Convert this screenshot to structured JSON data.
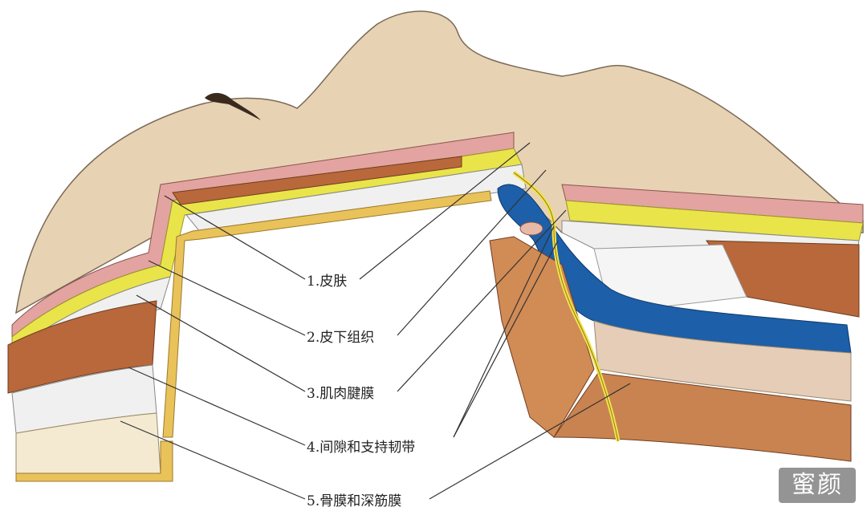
{
  "labels": [
    {
      "id": "skin",
      "text": "1.皮肤"
    },
    {
      "id": "subcutaneous",
      "text": "2.皮下组织"
    },
    {
      "id": "muscle-aponeurosis",
      "text": "3.肌肉腱膜"
    },
    {
      "id": "space-ligament",
      "text": "4.间隙和支持韧带"
    },
    {
      "id": "periosteum-fascia",
      "text": "5.骨膜和深筋膜"
    }
  ],
  "watermark": {
    "text": "蜜颜"
  },
  "colors": {
    "skin_surface": "#E8D2B4",
    "dermis": "#E3A3A0",
    "fat": "#E9E44A",
    "muscle": "#B8683A",
    "fascia": "#F0F0F0",
    "periosteum": "#E9C25A",
    "bone": "#F4EAD2",
    "blue_fat_pad": "#1D5FA8",
    "nerve": "#F2E24A"
  }
}
